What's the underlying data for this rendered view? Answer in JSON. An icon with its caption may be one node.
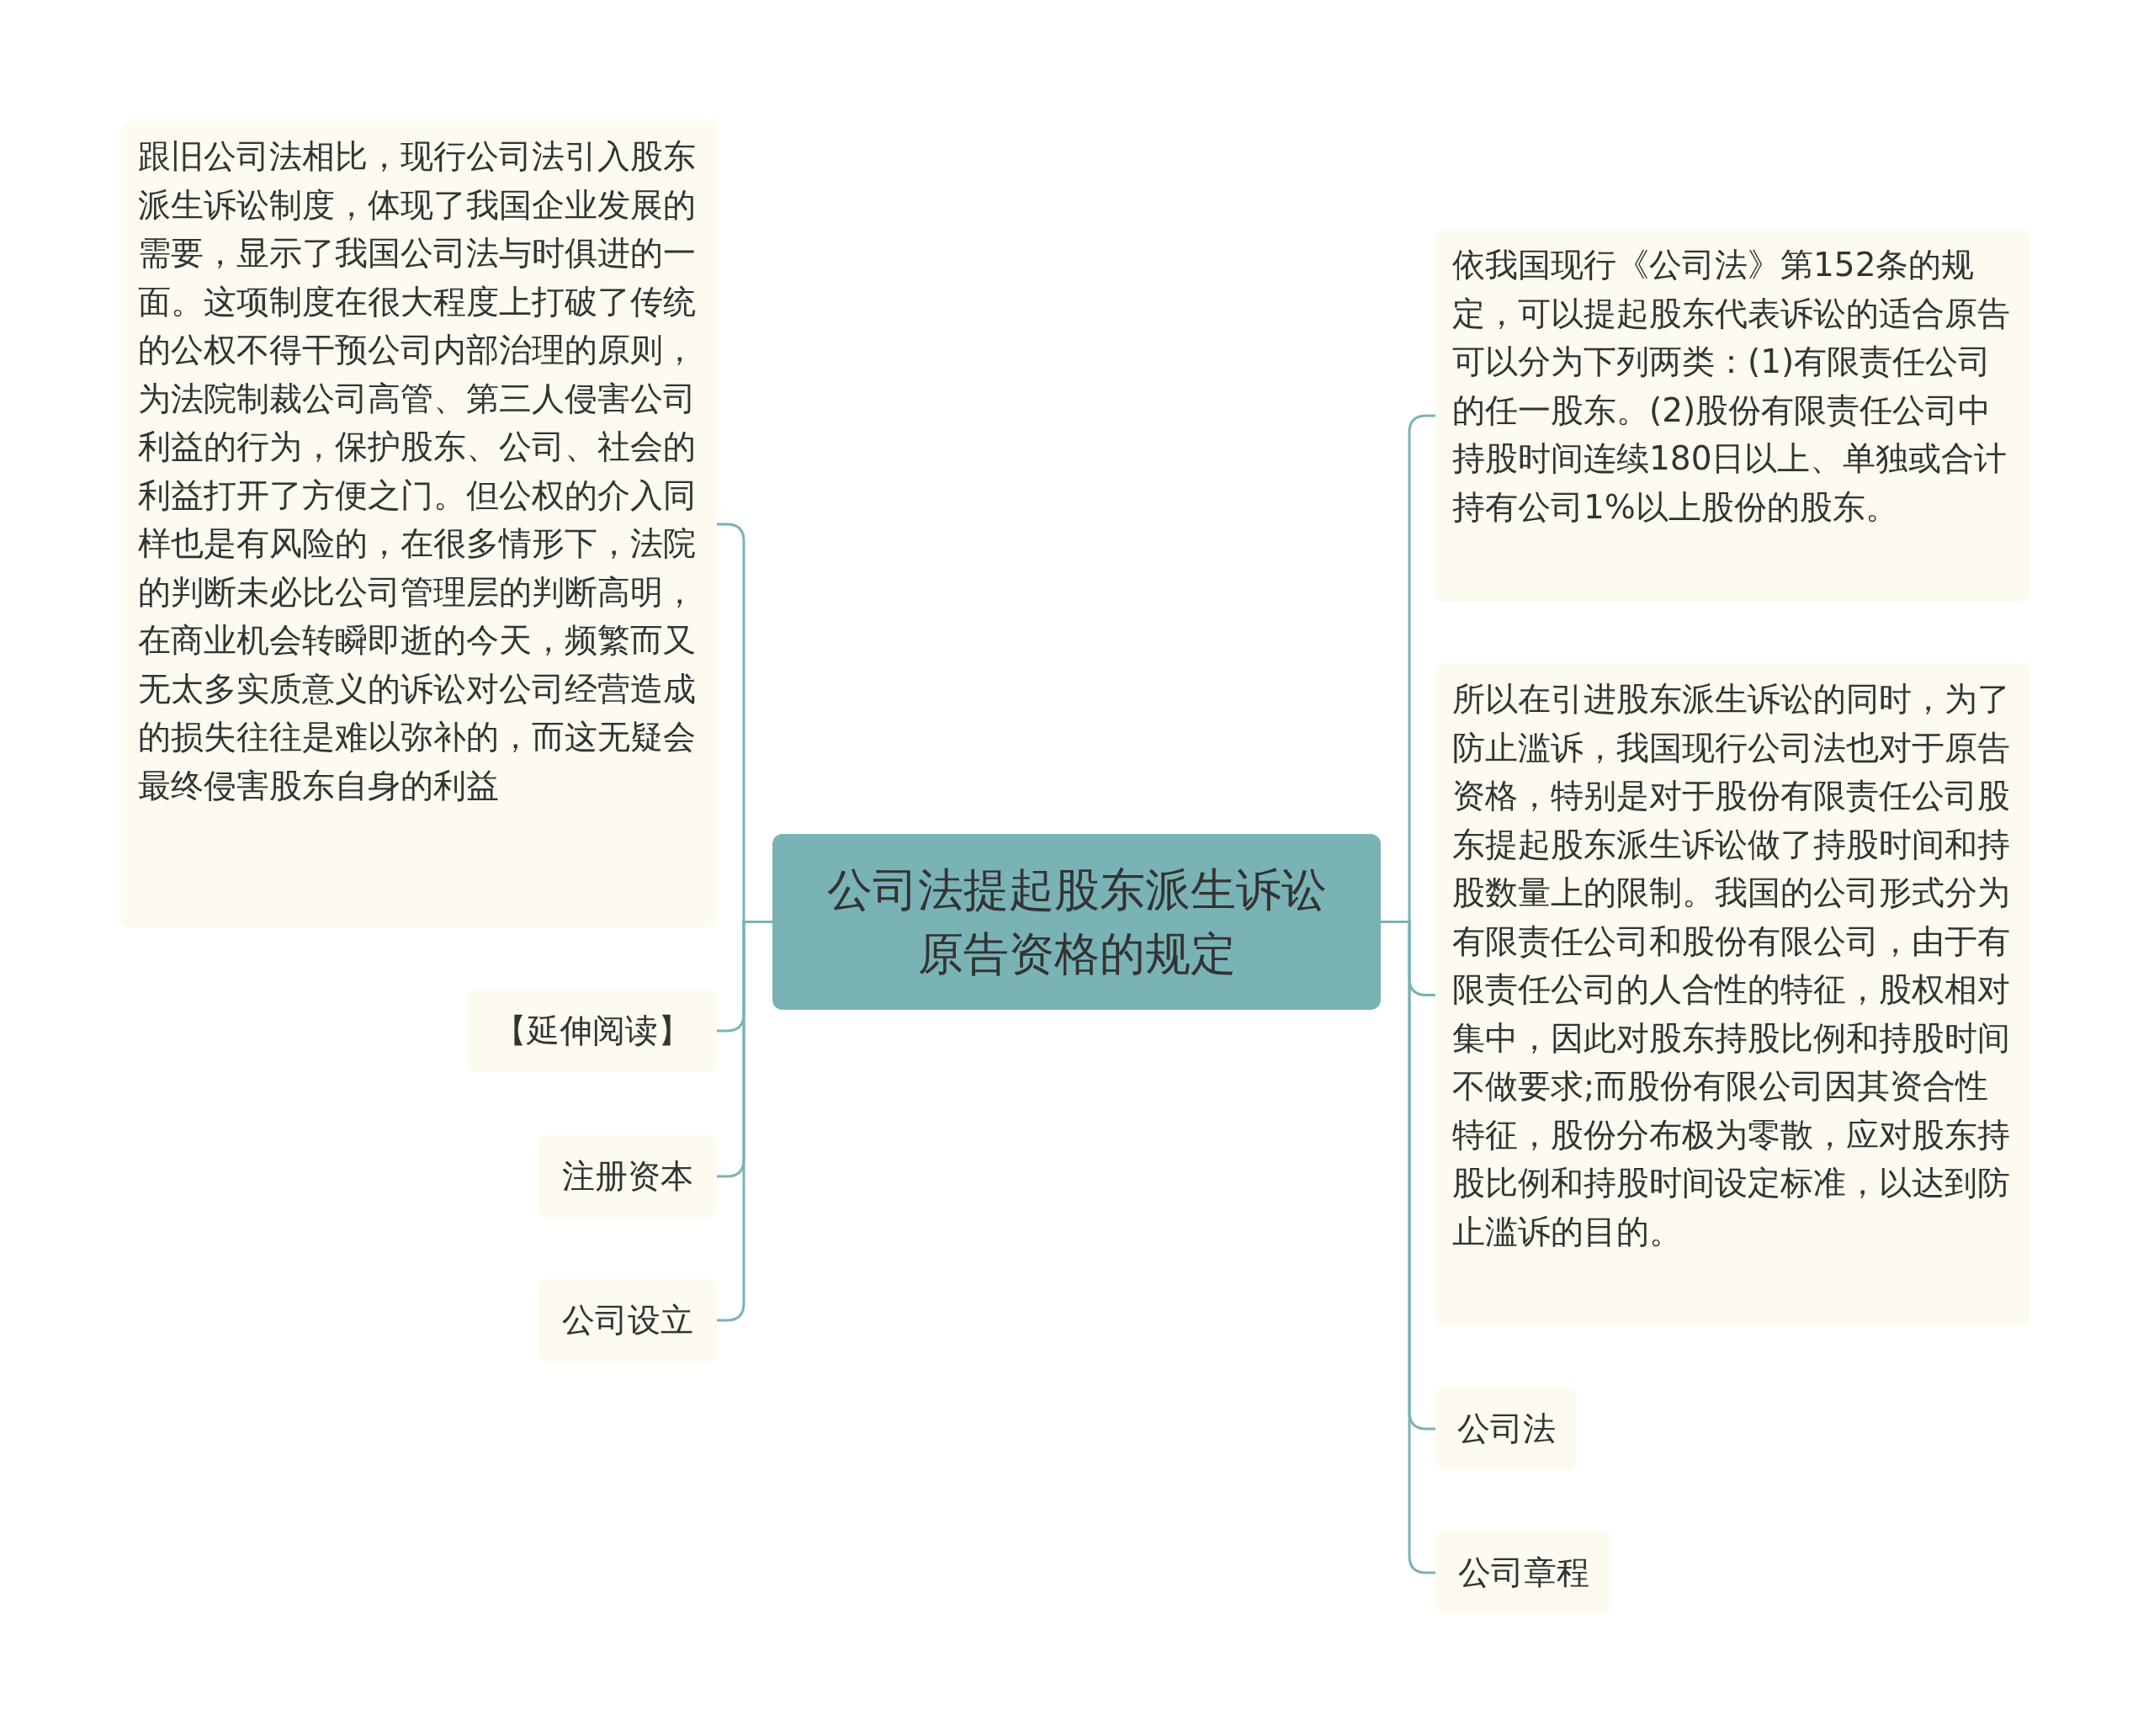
{
  "diagram": {
    "nodes": [
      {
        "text": [
          "公司法提起股东派生诉讼原告资格的规定"
        ]
      },
      {
        "text": [
          "跟旧公司法相比，现行公司法引入股东派生诉讼制度，体现了我国企业发展的需要，显示了我国公司法与时俱进的一面。这项制度在很大程度上打破了传统的公权不得干预公司内部治理的原则，为法院制裁公司高管、第三人侵害公司利益的行为，保护股东、公司、社会的利益打开了方便之门。但公权的介入同样也是有风险的，在很多情形下，法院的判断未必比公司管理层的判断高明，在商业机会转瞬即逝的今天，频繁而又无太多实质意义的诉讼对公司经营造成的损失往往是难以弥补的，而这无疑会最终侵害股东自身的利益"
        ]
      },
      {
        "text": [
          "【延伸阅读】"
        ]
      },
      {
        "text": [
          "注册资本"
        ]
      },
      {
        "text": [
          "公司设立"
        ]
      },
      {
        "text": [
          "依我国现行《公司法》第152条的规定，可以提起股东代表诉讼的适合原告可以分为下列两类：(1)有限责任公司的任一股东。(2)股份有限责任公司中持股时间连续180日以上、单独或合计持有公司1%以上股份的股东。"
        ]
      },
      {
        "text": [
          "所以在引进股东派生诉讼的同时，为了防止滥诉，我国现行公司法也对于原告资格，特别是对于股份有限责任公司股东提起股东派生诉讼做了持股时间和持股数量上的限制。我国的公司形式分为有限责任公司和股份有限公司，由于有限责任公司的人合性的特征，股权相对集中，因此对股东持股比例和持股时间不做要求;而股份有限公司因其资合性特征，股份分布极为零散，应对股东持股比例和持股时间设定标准，以达到防止滥诉的目的。"
        ]
      },
      {
        "text": [
          "公司法"
        ]
      },
      {
        "text": [
          "公司章程"
        ]
      }
    ],
    "edges": [
      {
        "from": 0,
        "to": 1,
        "arrow": "none"
      },
      {
        "from": 0,
        "to": 2,
        "arrow": "none"
      },
      {
        "from": 0,
        "to": 3,
        "arrow": "none"
      },
      {
        "from": 0,
        "to": 4,
        "arrow": "none"
      },
      {
        "from": 0,
        "to": 5,
        "arrow": "none"
      },
      {
        "from": 0,
        "to": 6,
        "arrow": "none"
      },
      {
        "from": 0,
        "to": 7,
        "arrow": "none"
      },
      {
        "from": 0,
        "to": 8,
        "arrow": "none"
      }
    ]
  }
}
